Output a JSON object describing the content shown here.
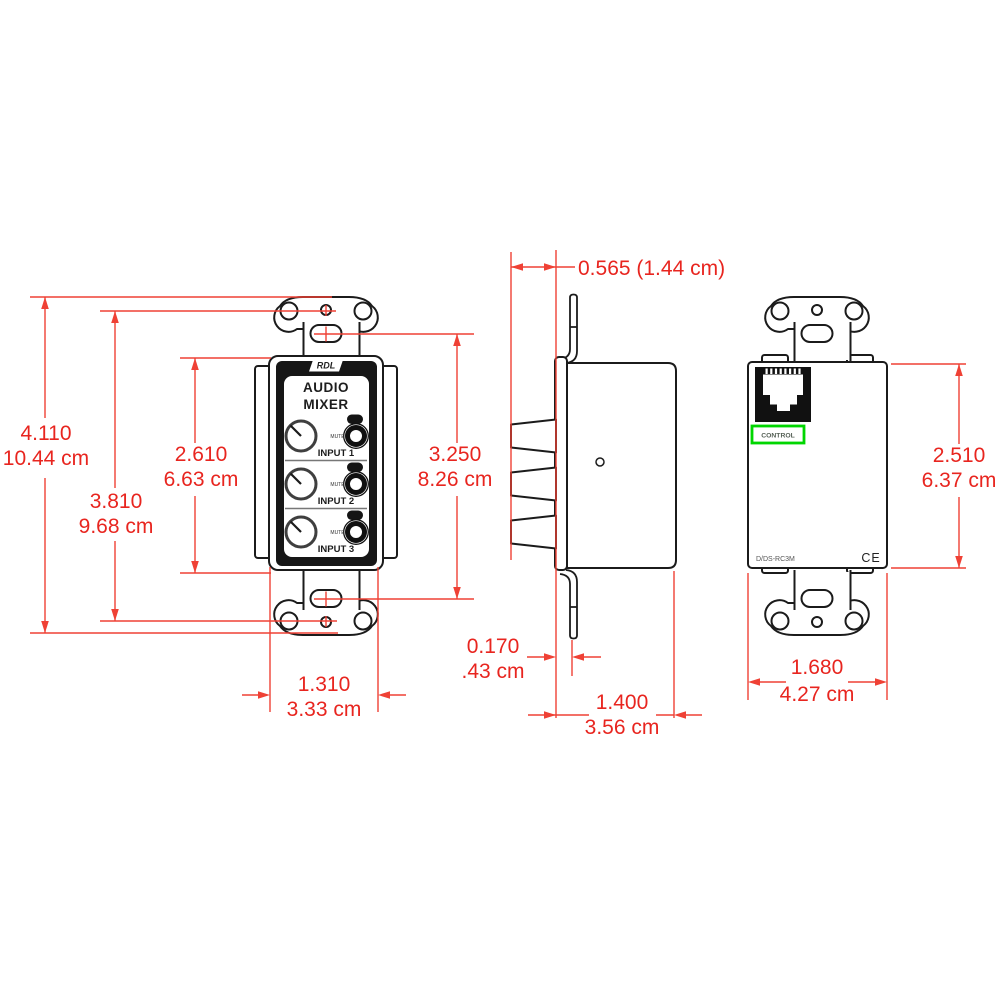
{
  "front": {
    "brand": "RDL",
    "device_line1": "AUDIO",
    "device_line2": "MIXER",
    "channels": [
      {
        "mute": "MUTE",
        "label": "INPUT 1"
      },
      {
        "mute": "MUTE",
        "label": "INPUT 2"
      },
      {
        "mute": "MUTE",
        "label": "INPUT 3"
      }
    ]
  },
  "rear": {
    "port_label": "CONTROL",
    "model": "D/DS-RC3M",
    "ce_mark": "CE"
  },
  "dimensions": {
    "overall_height": {
      "in": "4.110",
      "cm": "10.44 cm"
    },
    "screw_hole_spacing": {
      "in": "3.810",
      "cm": "9.68 cm"
    },
    "insert_height": {
      "in": "2.610",
      "cm": "6.63 cm"
    },
    "slot_spacing": {
      "in": "3.250",
      "cm": "8.26 cm"
    },
    "knob_protrusion": {
      "label": "0.565 (1.44 cm)"
    },
    "mount_offset": {
      "in": "0.170",
      "cm": ".43 cm"
    },
    "body_depth": {
      "in": "1.400",
      "cm": "3.56 cm"
    },
    "insert_width": {
      "in": "1.310",
      "cm": "3.33 cm"
    },
    "rear_body_width": {
      "in": "1.680",
      "cm": "4.27 cm"
    },
    "rear_body_height": {
      "in": "2.510",
      "cm": "6.37 cm"
    }
  },
  "colors": {
    "dimension_red": "#e8251f",
    "control_green": "#00d600"
  }
}
